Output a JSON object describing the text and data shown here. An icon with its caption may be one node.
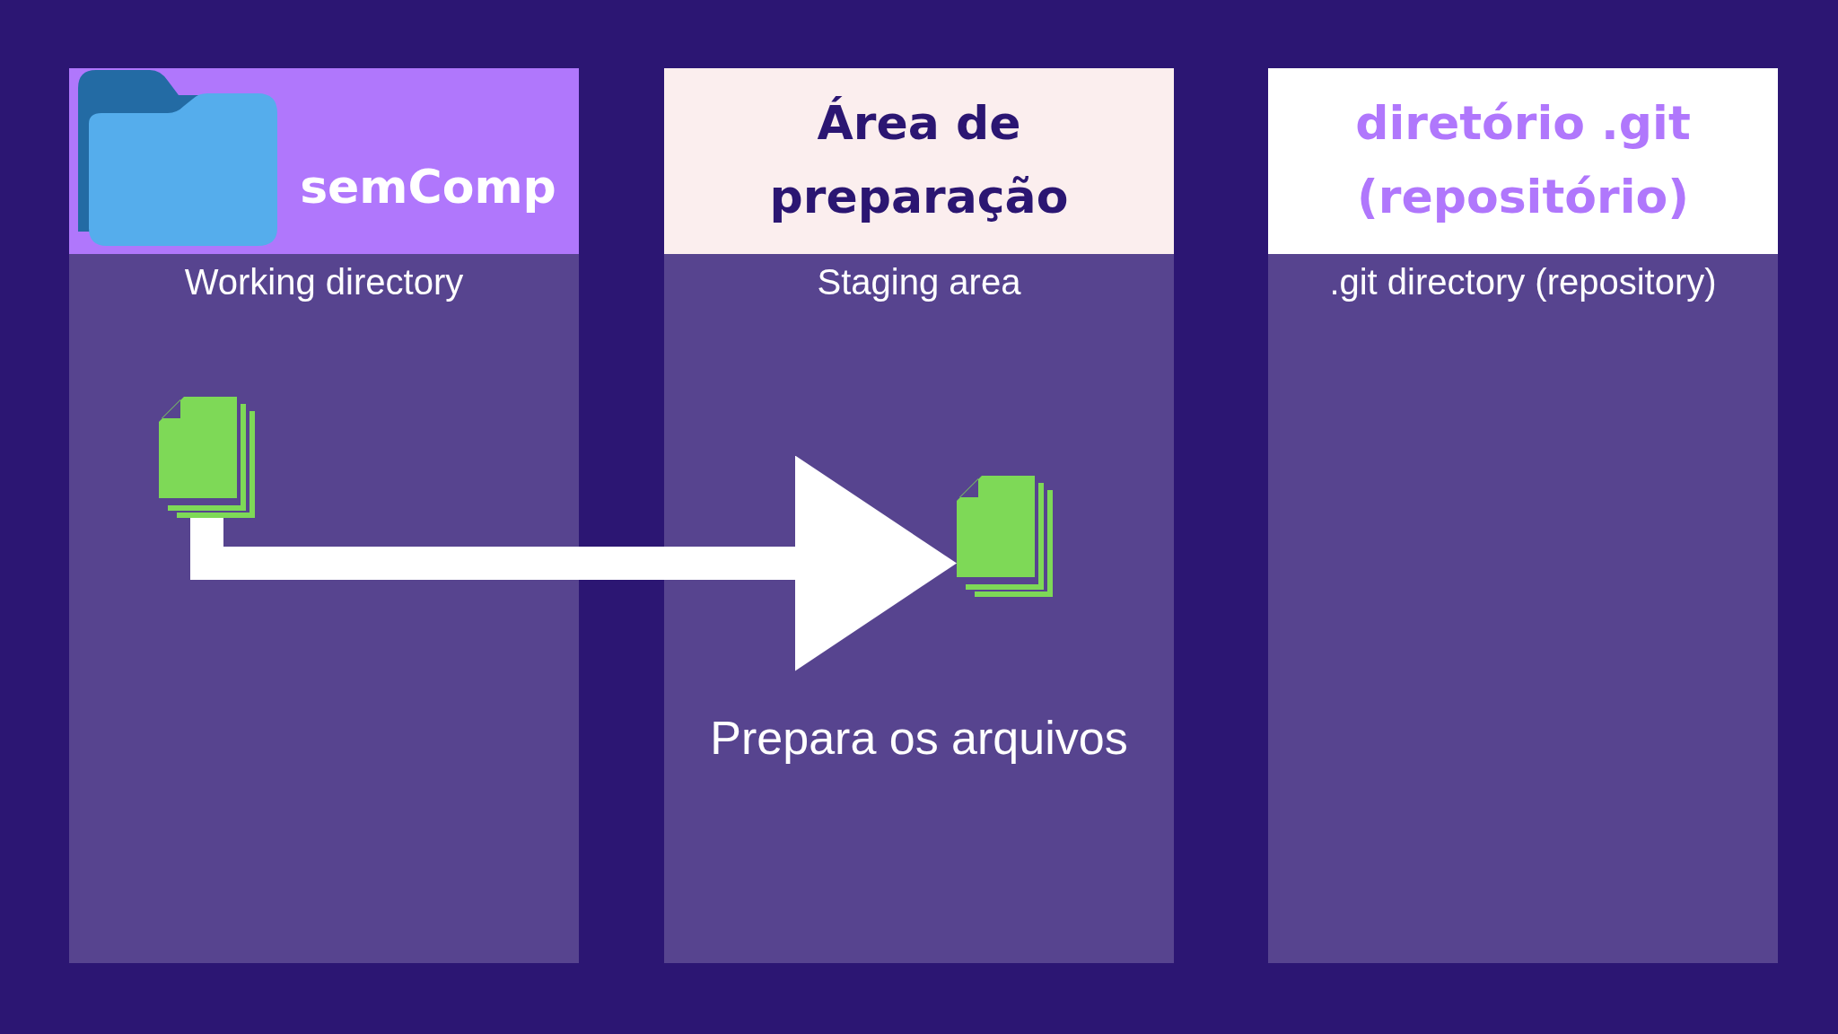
{
  "diagram": {
    "nodes": [
      {
        "text": [
          "semComp",
          "Working directory"
        ]
      },
      {
        "text": [],
        "shape": "document",
        "in": 0
      },
      {
        "text": [
          "Área de preparação",
          "Staging area",
          "Prepara os arquivos"
        ]
      },
      {
        "text": [],
        "shape": "document",
        "in": 2
      },
      {
        "text": [
          "diretório .git (repositório)",
          ".git directory (repository)"
        ]
      }
    ],
    "edges": [
      {
        "from": 1,
        "to": 3,
        "arrow": "to"
      }
    ]
  }
}
